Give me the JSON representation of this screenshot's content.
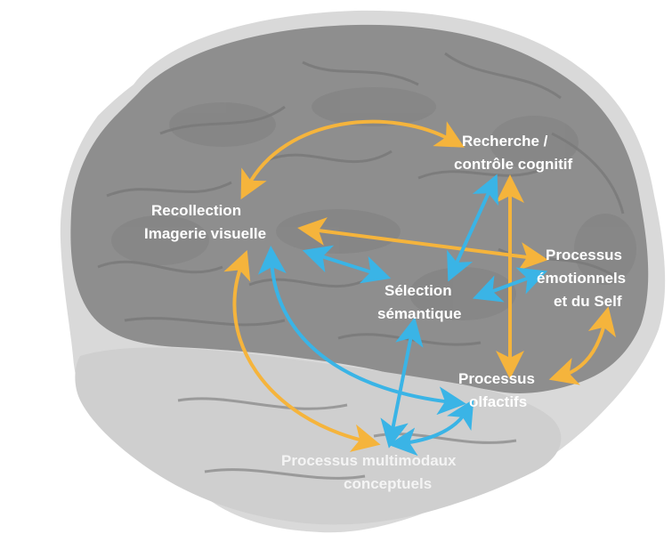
{
  "diagram": {
    "nodes": {
      "recherche": {
        "lines": [
          "Recherche /",
          "contrôle cognitif"
        ]
      },
      "recollection": {
        "lines": [
          "Recollection",
          "Imagerie visuelle"
        ]
      },
      "emotionnels": {
        "lines": [
          "Processus",
          "émotionnels",
          "et du Self"
        ]
      },
      "semantique": {
        "lines": [
          "Sélection",
          "sémantique"
        ]
      },
      "olfactifs": {
        "lines": [
          "Processus",
          "olfactifs"
        ]
      },
      "multimodaux": {
        "lines": [
          "Processus multimodaux",
          "conceptuels"
        ]
      }
    },
    "connections": [
      {
        "from": "recollection",
        "to": "recherche",
        "color": "orange"
      },
      {
        "from": "recollection",
        "to": "emotionnels",
        "color": "orange"
      },
      {
        "from": "recherche",
        "to": "olfactifs",
        "color": "orange"
      },
      {
        "from": "recollection",
        "to": "multimodaux",
        "color": "orange"
      },
      {
        "from": "emotionnels",
        "to": "olfactifs",
        "color": "orange"
      },
      {
        "from": "recherche",
        "to": "semantique",
        "color": "blue"
      },
      {
        "from": "recollection",
        "to": "semantique",
        "color": "blue"
      },
      {
        "from": "semantique",
        "to": "emotionnels",
        "color": "blue"
      },
      {
        "from": "semantique",
        "to": "multimodaux",
        "color": "blue"
      },
      {
        "from": "recollection",
        "to": "olfactifs",
        "color": "blue"
      },
      {
        "from": "multimodaux",
        "to": "olfactifs",
        "color": "blue"
      }
    ],
    "colors": {
      "orange": "#f5b43c",
      "blue": "#3ab4e6",
      "brain_dark": "#8c8c8c",
      "brain_light": "#d6d6d6"
    }
  }
}
